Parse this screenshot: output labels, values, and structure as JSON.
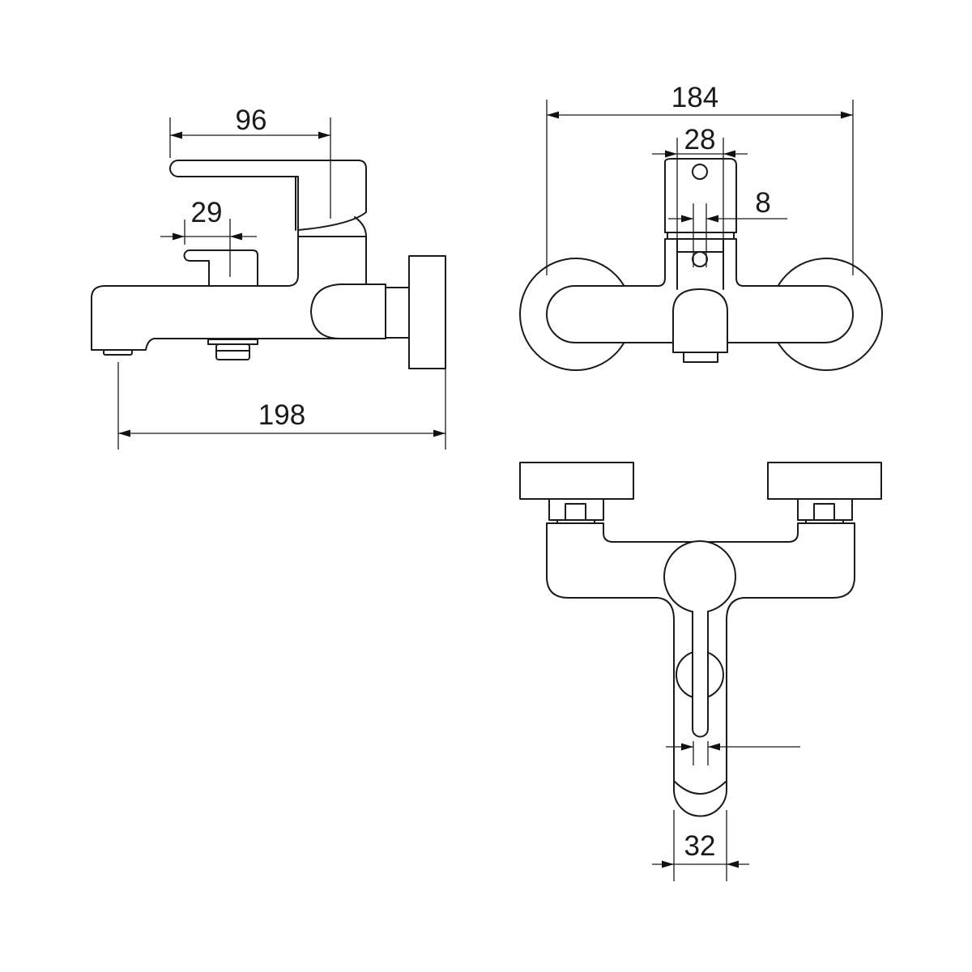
{
  "drawing": {
    "line_color": "#1a1a1a",
    "background": "#ffffff",
    "side_view": {
      "dims": {
        "lever_reach": "96",
        "diverter_offset": "29",
        "total_projection": "198"
      }
    },
    "front_view": {
      "dims": {
        "overall_width": "184",
        "cartridge_width": "28",
        "lever_width": "8"
      }
    },
    "top_view": {
      "dims": {
        "spout_width": "32"
      }
    }
  }
}
